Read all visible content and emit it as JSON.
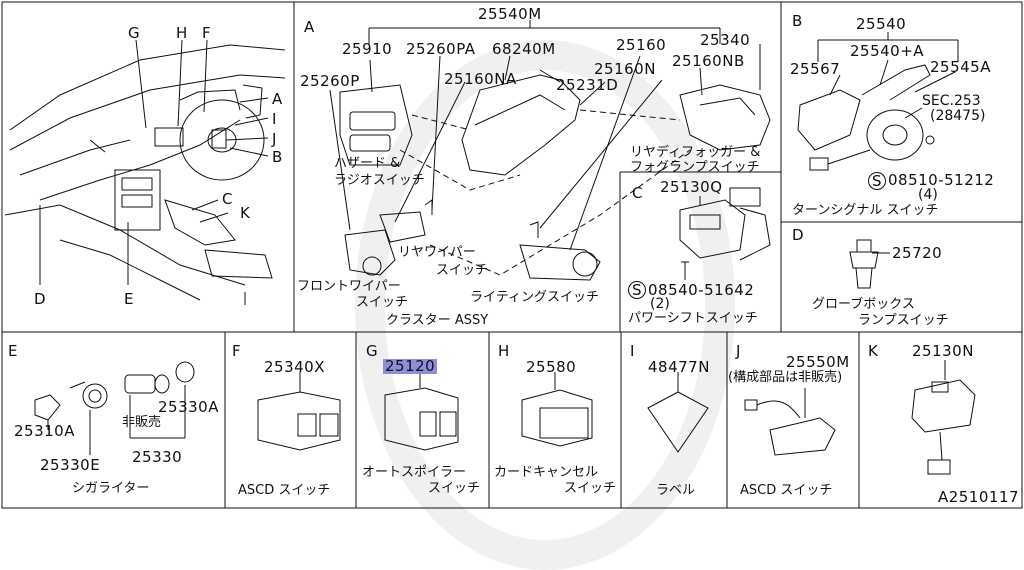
{
  "diagram_id": "A2510117",
  "sections": {
    "A": {
      "letter": "A",
      "parts": {
        "p25540M": "25540M",
        "p25910": "25910",
        "p25260PA": "25260PA",
        "p68240M": "68240M",
        "p25160": "25160",
        "p25340": "25340",
        "p25260P": "25260P",
        "p25160NA": "25160NA",
        "p25231D": "25231D",
        "p25160N": "25160N",
        "p25160NB": "25160NB"
      },
      "labels": {
        "hazard_1": "ハザード &",
        "hazard_2": "ラジオスイッチ",
        "rear_fog_1": "リヤディフォッガー &",
        "rear_fog_2": "フォグランプスイッチ",
        "rear_wiper_1": "リヤワイパー",
        "rear_wiper_2": "スイッチ",
        "front_wiper_1": "フロントワイパー",
        "front_wiper_2": "スイッチ",
        "lighting": "ライティングスイッチ",
        "cluster": "クラスター ASSY"
      }
    },
    "B": {
      "letter": "B",
      "parts": {
        "p25540": "25540",
        "p25540A": "25540+A",
        "p25567": "25567",
        "p25545A": "25545A",
        "sec": "SEC.253",
        "sec_sub": "(28475)",
        "screw": "S",
        "screw_no": "08510-51212",
        "screw_qty": "(4)"
      },
      "labels": {
        "turn": "ターンシグナル スイッチ"
      }
    },
    "C": {
      "letter": "C",
      "parts": {
        "p25130Q": "25130Q",
        "screw": "S",
        "screw_no": "08540-51642",
        "screw_qty": "(2)"
      },
      "labels": {
        "power_shift": "パワーシフトスイッチ"
      }
    },
    "D": {
      "letter": "D",
      "parts": {
        "p25720": "25720"
      },
      "labels": {
        "glove_1": "グローブボックス",
        "glove_2": "ランプスイッチ"
      }
    },
    "E": {
      "letter": "E",
      "parts": {
        "p25310A": "25310A",
        "p25330E": "25330E",
        "p25330A": "25330A",
        "p25330": "25330"
      },
      "labels": {
        "not_sold": "非販売",
        "cigar": "シガライター"
      }
    },
    "F": {
      "letter": "F",
      "parts": {
        "p25340X": "25340X"
      },
      "labels": {
        "ascd": "ASCD スイッチ"
      }
    },
    "G": {
      "letter": "G",
      "parts": {
        "p25120": "25120"
      },
      "labels": {
        "spoiler_1": "オートスポイラー",
        "spoiler_2": "スイッチ"
      }
    },
    "H": {
      "letter": "H",
      "parts": {
        "p25580": "25580"
      },
      "labels": {
        "card_1": "カードキャンセル",
        "card_2": "スイッチ"
      }
    },
    "I": {
      "letter": "I",
      "parts": {
        "p48477N": "48477N"
      },
      "labels": {
        "label": "ラベル"
      }
    },
    "J": {
      "letter": "J",
      "parts": {
        "p25550M": "25550M",
        "note": "(構成部品は非販売)"
      },
      "labels": {
        "ascd": "ASCD スイッチ"
      }
    },
    "K": {
      "letter": "K",
      "parts": {
        "p25130N": "25130N"
      }
    }
  },
  "callouts": [
    "G",
    "H",
    "F",
    "A",
    "I",
    "J",
    "B",
    "C",
    "K",
    "D",
    "E"
  ],
  "colors": {
    "line": "#111111",
    "highlight": "#8e8ed8",
    "background": "#ffffff"
  }
}
